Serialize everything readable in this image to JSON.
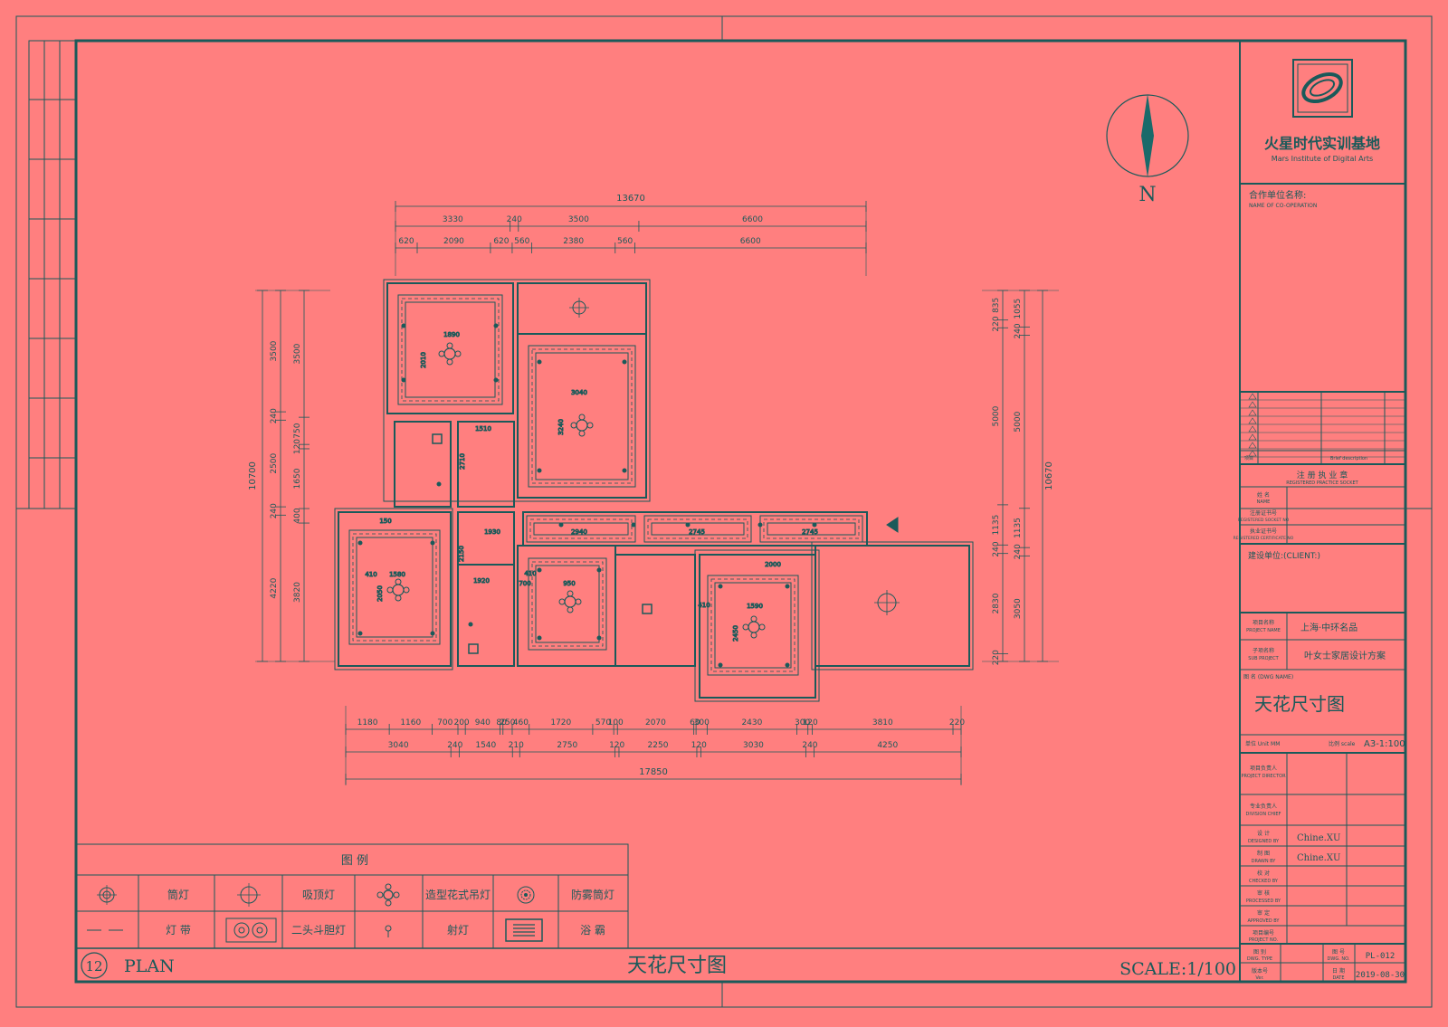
{
  "colors": {
    "background": "#FF7F7F",
    "line": "#1a5a5a"
  },
  "north": {
    "label": "N"
  },
  "overall_dims": {
    "top_total": "13670",
    "bottom_total": "17850",
    "left_total": "10700",
    "right_total": "10670"
  },
  "top_dims_row1": [
    "3330",
    "240",
    "3500",
    "6600"
  ],
  "top_dims_row2": [
    "620",
    "2090",
    "620",
    "560",
    "2380",
    "560",
    "6600"
  ],
  "bottom_dims_row1": [
    "1180",
    "1160",
    "700",
    "200",
    "940",
    "80",
    "250",
    "460",
    "1720",
    "570",
    "100",
    "2070",
    "60",
    "300",
    "2430",
    "300",
    "120",
    "3810",
    "220"
  ],
  "bottom_dims_row2": [
    "3040",
    "240",
    "1540",
    "210",
    "2750",
    "120",
    "2250",
    "120",
    "3030",
    "240",
    "4250"
  ],
  "left_dims_outer": [
    "3500",
    "240",
    "2500",
    "240",
    "4220"
  ],
  "left_dims_inner": [
    "3500",
    "750",
    "120",
    "1650",
    "400",
    "3820"
  ],
  "right_dims_outer": [
    "835",
    "220",
    "5000",
    "1135",
    "240",
    "2830",
    "220"
  ],
  "right_dims_inner": [
    "1055",
    "240",
    "5000",
    "1135",
    "240",
    "3050"
  ],
  "room_dims": [
    "1890",
    "2010",
    "3040",
    "3240",
    "1510",
    "2710",
    "1930",
    "2150",
    "1920",
    "1580",
    "2050",
    "950",
    "2000",
    "1590",
    "2450",
    "2940",
    "2745",
    "2745",
    "150",
    "410",
    "410",
    "700",
    "410"
  ],
  "company": {
    "name_cn": "火星时代实训基地",
    "name_en": "Mars Institute of Digital Arts"
  },
  "title_block": {
    "cooperation_cn": "合作单位名称:",
    "cooperation_en": "NAME OF CO-OPERATION",
    "rev_header": [
      "项目",
      "Brief description"
    ],
    "stamp_cn": "注 册 执 业 章",
    "stamp_en": "REGISTERED PRACTICE SOCKET",
    "name_label": "姓 名",
    "name_en": "NAME",
    "reg_label": "注册证书号",
    "reg_en": "REGISTERED SOCKET NO",
    "cert_label": "执业证书号",
    "cert_en": "REGISTERED CERTIFICATE NO",
    "client_label": "建设单位:(CLIENT:)",
    "project_label": "项目名称",
    "project_en": "PROJECT NAME",
    "project_value": "上海·中环名品",
    "sub_label": "子项名称",
    "sub_en": "SUB PROJECT",
    "sub_value": "叶女士家居设计方案",
    "drawing_name_label": "图 名 (DWG NAME)",
    "drawing_name": "天花尺寸图",
    "unit_label": "单位 Unit MM",
    "scale_label": "比例 scale",
    "scale_value": "A3-1:100",
    "project_director": "项目负责人",
    "project_director_en": "PROJECT DIRECTOR",
    "discipline_chief": "专业负责人",
    "discipline_chief_en": "DIVISION CHIEF",
    "designer": "设 计",
    "designer_en": "DESIGNED BY",
    "designer_value": "Chine.XU",
    "drawn": "制 图",
    "drawn_en": "DRAWN BY",
    "drawn_value": "Chine.XU",
    "checked": "校 对",
    "checked_en": "CHECKED BY",
    "processed": "审 核",
    "processed_en": "PROCESSED BY",
    "approved": "审 定",
    "approved_en": "APPROVED BY",
    "project_no": "项目编号",
    "project_no_en": "PROJECT NO.",
    "dwg_type": "图 别",
    "dwg_type_en": "DWG. TYPE",
    "version": "版本号",
    "version_en": "Ver.",
    "dwg_no_label": "图 号",
    "dwg_no_en": "DWG. NO.",
    "dwg_no": "PL-012",
    "date_label": "日 期",
    "date_en": "DATE",
    "date": "2019-08-30"
  },
  "legend": {
    "title": "图 例",
    "items": [
      {
        "icon": "downlight-icon",
        "label": "筒灯"
      },
      {
        "icon": "ceiling-lamp-icon",
        "label": "吸顶灯"
      },
      {
        "icon": "chandelier-icon",
        "label": "造型花式吊灯"
      },
      {
        "icon": "fog-downlight-icon",
        "label": "防雾筒灯"
      },
      {
        "icon": "light-strip-icon",
        "label": "灯 带"
      },
      {
        "icon": "double-grille-icon",
        "label": "二头斗胆灯"
      },
      {
        "icon": "spotlight-icon",
        "label": "射灯"
      },
      {
        "icon": "bath-heater-icon",
        "label": "浴 霸"
      }
    ]
  },
  "footer": {
    "number": "12",
    "plan": "PLAN",
    "title": "天花尺寸图",
    "scale": "SCALE:1/100"
  }
}
